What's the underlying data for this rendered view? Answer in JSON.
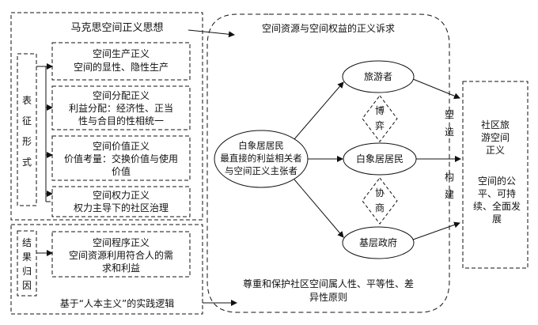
{
  "left_panel": {
    "title": "马克思空间正义思想",
    "form_label": "表征形式",
    "boxes": [
      {
        "title": "空间生产正义",
        "text": "空间的显性、隐性生产"
      },
      {
        "title": "空间分配正义",
        "text": "利益分配：经济性、正当\n性与合目的性相统一"
      },
      {
        "title": "空间价值正义",
        "text": "价值考量：交换价值与使用价值"
      },
      {
        "title": "空间权力正义",
        "text": "权力主导下的社区治理"
      }
    ]
  },
  "result_panel": {
    "label": "结果归因",
    "box": {
      "title": "空间程序正义",
      "text": "空间资源利用符合人的需\n求和利益"
    },
    "footer": "基于“人本主义”的实践逻辑"
  },
  "center": {
    "title": "空间资源与空间权益的正义诉求",
    "main_actor": "白象居居民\n最直接的利益相关者\n与空间正义主张者",
    "nodes": [
      "旅游者",
      "白象居居民",
      "基层政府"
    ],
    "relations": [
      "博弈",
      "协商"
    ],
    "principle": "尊重和保护社区空间属人性、平等性、差\n异性原则"
  },
  "shape_label": "塑造",
  "build_label": "构建",
  "right_box": {
    "title": "社区旅游空间正义",
    "text": "空间的公平、可持续、全面发展"
  }
}
